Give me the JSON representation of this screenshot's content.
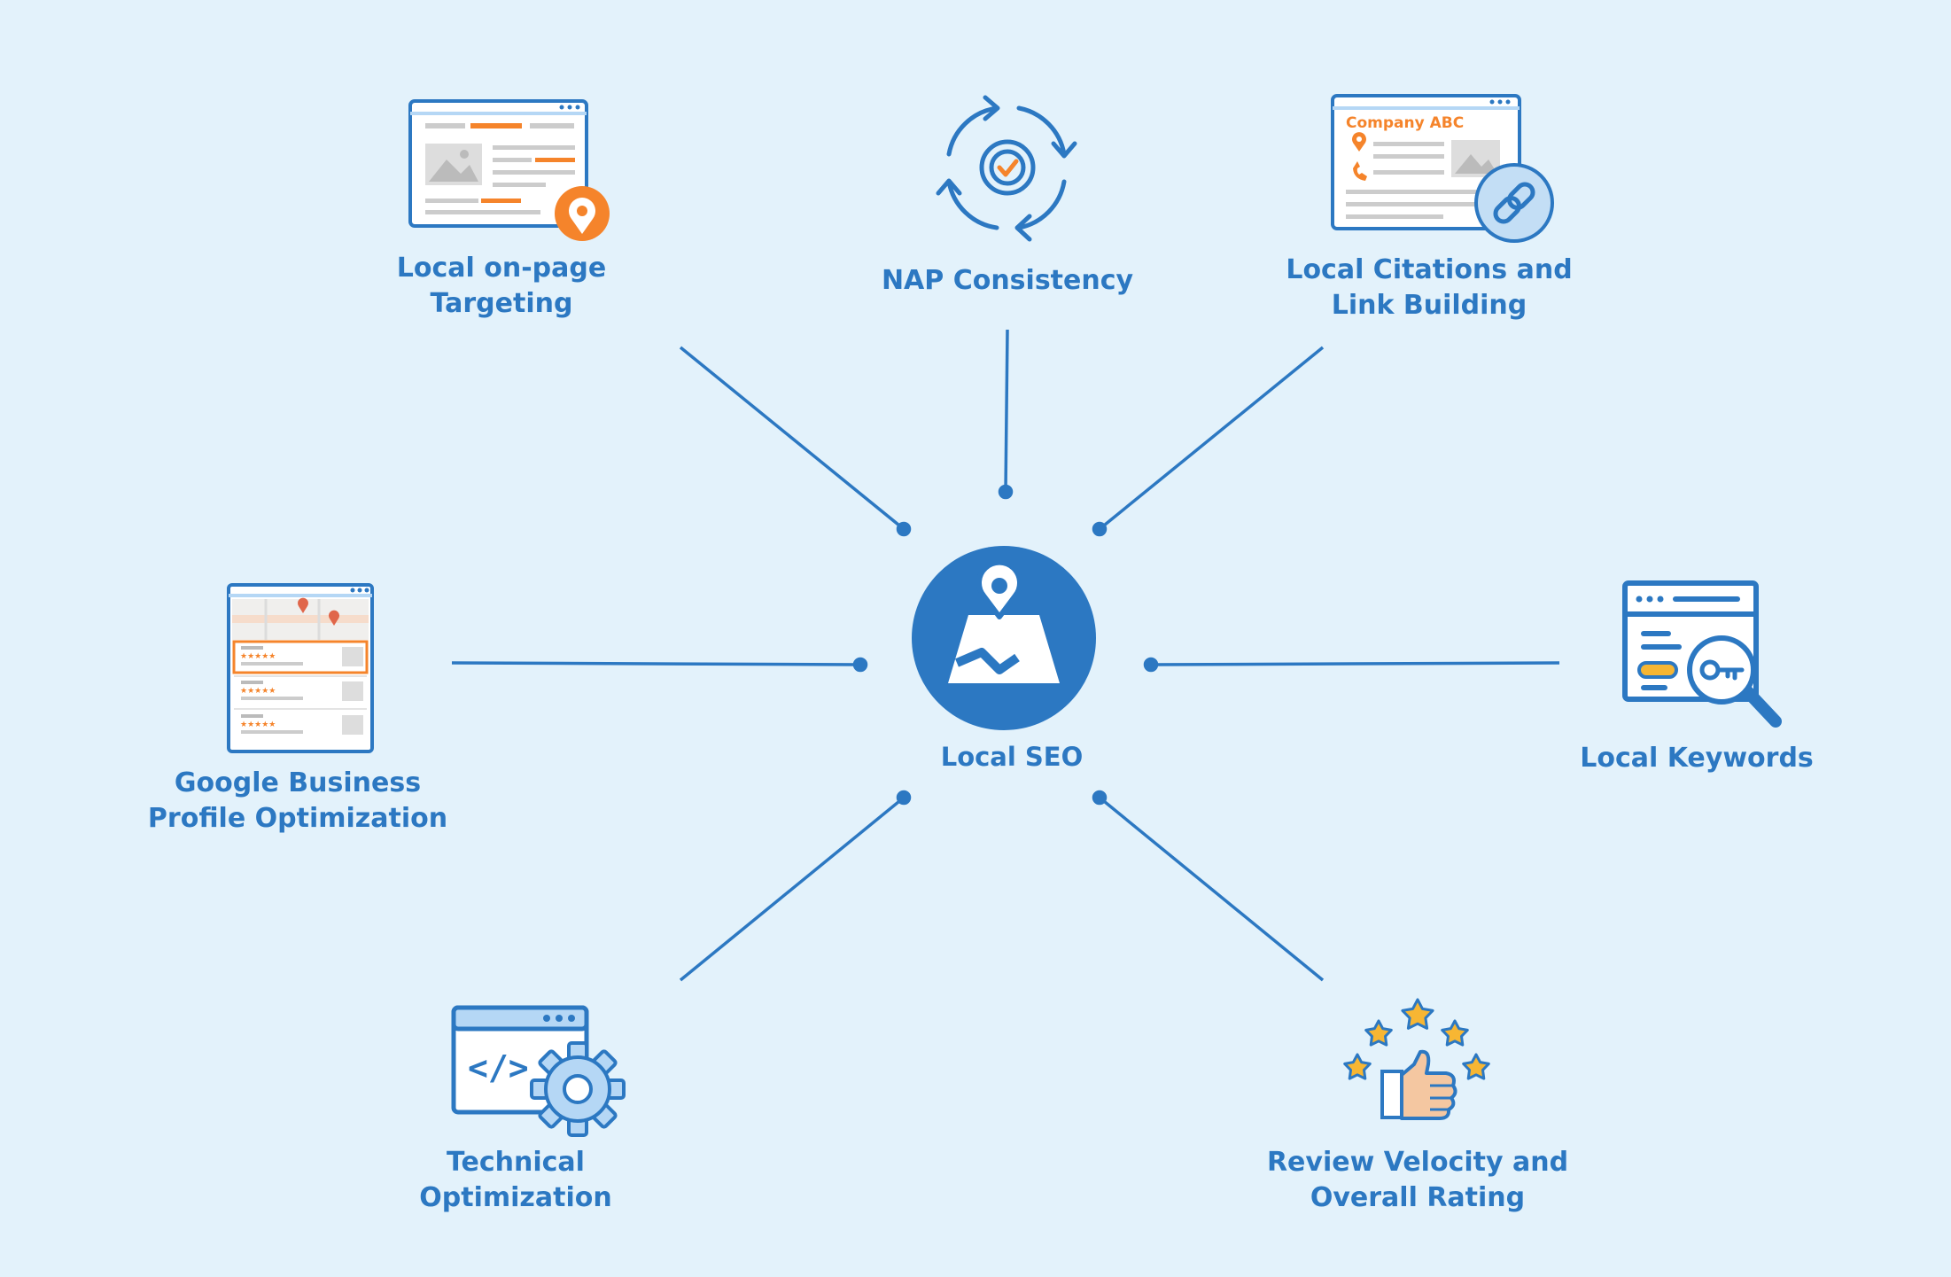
{
  "center": {
    "label": "Local SEO",
    "icon": "map-pin-icon"
  },
  "nodes": [
    {
      "id": "onpage",
      "label": "Local on-page\nTargeting",
      "icon": "webpage-location-icon"
    },
    {
      "id": "nap",
      "label": "NAP Consistency",
      "icon": "sync-arrows-icon"
    },
    {
      "id": "citations",
      "label": "Local Citations and\nLink Building",
      "icon": "company-link-icon",
      "icon_text": "Company ABC"
    },
    {
      "id": "gbp",
      "label": "Google Business\nProfile Optimization",
      "icon": "map-listing-icon"
    },
    {
      "id": "keywords",
      "label": "Local Keywords",
      "icon": "keyword-search-icon"
    },
    {
      "id": "technical",
      "label": "Technical\nOptimization",
      "icon": "code-gear-icon",
      "icon_text": "</>"
    },
    {
      "id": "reviews",
      "label": "Review Velocity and\nOverall Rating",
      "icon": "thumbs-up-stars-icon"
    }
  ],
  "colors": {
    "background": "#e3f2fb",
    "primary": "#2c78c2",
    "orange": "#f5842b",
    "light_blue": "#b5d7f5",
    "gold": "#f7b633",
    "skin": "#f4c7a1",
    "white": "#ffffff"
  }
}
